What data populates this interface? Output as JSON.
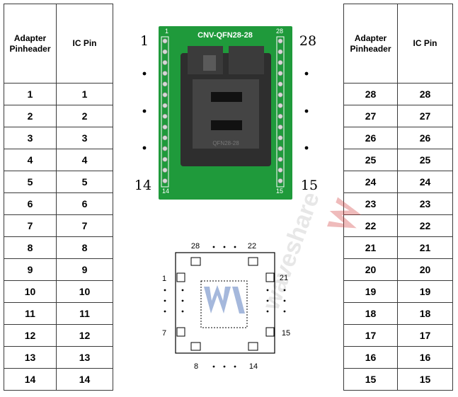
{
  "left_table": {
    "headers": [
      "Adapter\nPinheader",
      "IC Pin"
    ],
    "rows": [
      [
        "1",
        "1"
      ],
      [
        "2",
        "2"
      ],
      [
        "3",
        "3"
      ],
      [
        "4",
        "4"
      ],
      [
        "5",
        "5"
      ],
      [
        "6",
        "6"
      ],
      [
        "7",
        "7"
      ],
      [
        "8",
        "8"
      ],
      [
        "9",
        "9"
      ],
      [
        "10",
        "10"
      ],
      [
        "11",
        "11"
      ],
      [
        "12",
        "12"
      ],
      [
        "13",
        "13"
      ],
      [
        "14",
        "14"
      ]
    ]
  },
  "right_table": {
    "headers": [
      "Adapter\nPinheader",
      "IC Pin"
    ],
    "rows": [
      [
        "28",
        "28"
      ],
      [
        "27",
        "27"
      ],
      [
        "26",
        "26"
      ],
      [
        "25",
        "25"
      ],
      [
        "24",
        "24"
      ],
      [
        "23",
        "23"
      ],
      [
        "22",
        "22"
      ],
      [
        "21",
        "21"
      ],
      [
        "20",
        "20"
      ],
      [
        "19",
        "19"
      ],
      [
        "18",
        "18"
      ],
      [
        "17",
        "17"
      ],
      [
        "16",
        "16"
      ],
      [
        "15",
        "15"
      ]
    ]
  },
  "board": {
    "title": "CNV-QFN28-28",
    "corner_top_left": "1",
    "corner_top_right": "28",
    "corner_bottom_left": "14",
    "corner_bottom_right": "15",
    "side_label_top_left": "1",
    "side_label_top_right": "28",
    "side_label_bottom_left": "14",
    "side_label_bottom_right": "15",
    "socket_text": "QFN28-28",
    "board_color": "#1f9a3b",
    "socket_color": "#2e2e2e"
  },
  "ic_diagram": {
    "top_left": "28",
    "top_right": "22",
    "left_top": "1",
    "left_bottom": "7",
    "right_top": "21",
    "right_bottom": "15",
    "bottom_left": "8",
    "bottom_right": "14"
  },
  "watermark": {
    "brand": "waveshare",
    "accent": "#d44040"
  }
}
